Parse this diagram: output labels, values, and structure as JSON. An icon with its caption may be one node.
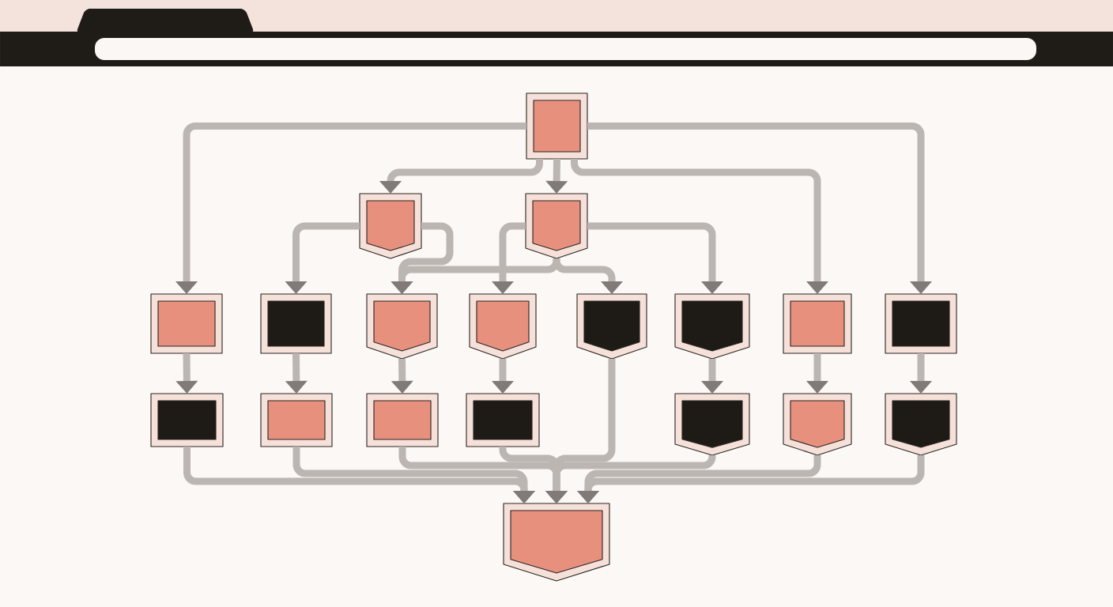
{
  "diagram": {
    "nodes": [
      {
        "text": [],
        "shape": "box"
      },
      {
        "text": [],
        "shape": "pentagon"
      },
      {
        "text": [],
        "shape": "pentagon"
      },
      {
        "text": [],
        "shape": "box"
      },
      {
        "text": [],
        "shape": "box"
      },
      {
        "text": [],
        "shape": "pentagon"
      },
      {
        "text": [],
        "shape": "pentagon"
      },
      {
        "text": [],
        "shape": "pentagon"
      },
      {
        "text": [],
        "shape": "pentagon"
      },
      {
        "text": [],
        "shape": "box"
      },
      {
        "text": [],
        "shape": "box"
      },
      {
        "text": [],
        "shape": "box"
      },
      {
        "text": [],
        "shape": "box"
      },
      {
        "text": [],
        "shape": "box"
      },
      {
        "text": [],
        "shape": "box"
      },
      {
        "text": [],
        "shape": "pentagon"
      },
      {
        "text": [],
        "shape": "pentagon"
      },
      {
        "text": [],
        "shape": "pentagon"
      },
      {
        "text": [],
        "shape": "pentagon"
      }
    ],
    "edges": [
      {
        "from": 0,
        "to": 3,
        "arrow": "to"
      },
      {
        "from": 0,
        "to": 1,
        "arrow": "to"
      },
      {
        "from": 0,
        "to": 2,
        "arrow": "to"
      },
      {
        "from": 0,
        "to": 9,
        "arrow": "to"
      },
      {
        "from": 0,
        "to": 10,
        "arrow": "to"
      },
      {
        "from": 1,
        "to": 4,
        "arrow": "to"
      },
      {
        "from": 1,
        "to": 5,
        "arrow": "to"
      },
      {
        "from": 2,
        "to": 5,
        "arrow": "to"
      },
      {
        "from": 2,
        "to": 6,
        "arrow": "to"
      },
      {
        "from": 2,
        "to": 7,
        "arrow": "to"
      },
      {
        "from": 2,
        "to": 8,
        "arrow": "to"
      },
      {
        "from": 3,
        "to": 11,
        "arrow": "to"
      },
      {
        "from": 4,
        "to": 12,
        "arrow": "to"
      },
      {
        "from": 5,
        "to": 13,
        "arrow": "to"
      },
      {
        "from": 6,
        "to": 14,
        "arrow": "to"
      },
      {
        "from": 8,
        "to": 15,
        "arrow": "to"
      },
      {
        "from": 9,
        "to": 16,
        "arrow": "to"
      },
      {
        "from": 10,
        "to": 17,
        "arrow": "to"
      },
      {
        "from": 11,
        "to": 18,
        "arrow": "to"
      },
      {
        "from": 12,
        "to": 18,
        "arrow": "to"
      },
      {
        "from": 13,
        "to": 18,
        "arrow": "to"
      },
      {
        "from": 14,
        "to": 18,
        "arrow": "to"
      },
      {
        "from": 7,
        "to": 18,
        "arrow": "to"
      },
      {
        "from": 15,
        "to": 18,
        "arrow": "to"
      },
      {
        "from": 16,
        "to": 18,
        "arrow": "to"
      },
      {
        "from": 17,
        "to": 18,
        "arrow": "to"
      }
    ]
  }
}
